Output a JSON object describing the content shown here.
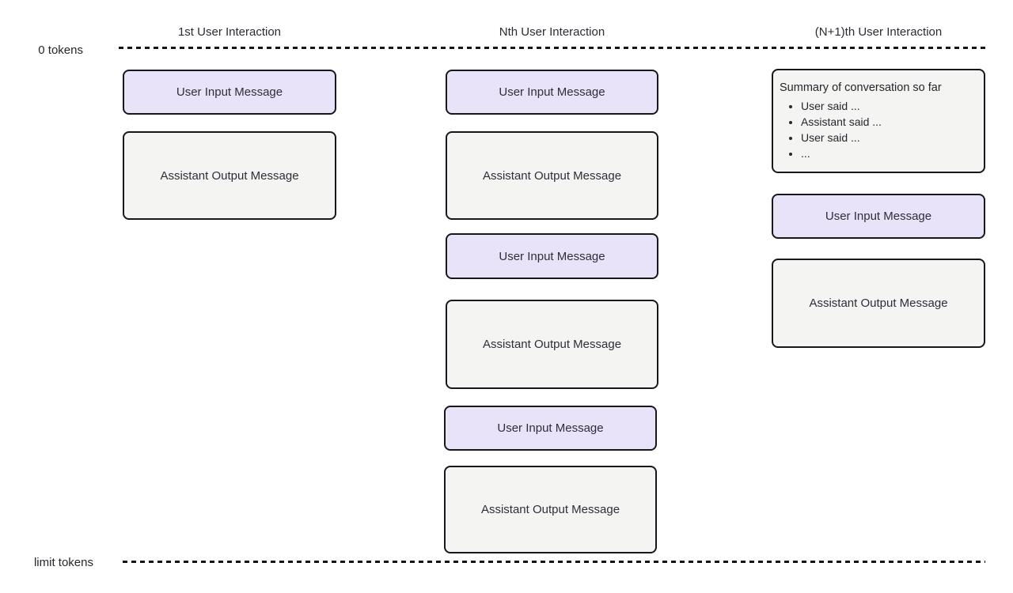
{
  "axis": {
    "top_label": "0 tokens",
    "bottom_label": "limit tokens"
  },
  "colors": {
    "background": "#ffffff",
    "user_box_fill": "#e9e3f9",
    "assistant_box_fill": "#f4f4f3",
    "summary_box_fill": "#f4f4f3",
    "box_border": "#17171c",
    "dashed_line": "#151515",
    "text": "#2b2b33"
  },
  "columns": [
    {
      "header": "1st User Interaction",
      "boxes": [
        {
          "type": "user",
          "label": "User Input Message"
        },
        {
          "type": "assistant",
          "label": "Assistant Output Message"
        }
      ]
    },
    {
      "header": "Nth User Interaction",
      "boxes": [
        {
          "type": "user",
          "label": "User Input Message"
        },
        {
          "type": "assistant",
          "label": "Assistant Output Message"
        },
        {
          "type": "user",
          "label": "User Input Message"
        },
        {
          "type": "assistant",
          "label": "Assistant Output Message"
        },
        {
          "type": "user",
          "label": "User Input Message"
        },
        {
          "type": "assistant",
          "label": "Assistant Output Message"
        }
      ]
    },
    {
      "header": "(N+1)th User Interaction",
      "summary": {
        "title": "Summary of conversation so far",
        "bullets": [
          "User said ...",
          "Assistant said ...",
          "User said ...",
          "..."
        ]
      },
      "boxes": [
        {
          "type": "user",
          "label": "User Input Message"
        },
        {
          "type": "assistant",
          "label": "Assistant Output Message"
        }
      ]
    }
  ]
}
